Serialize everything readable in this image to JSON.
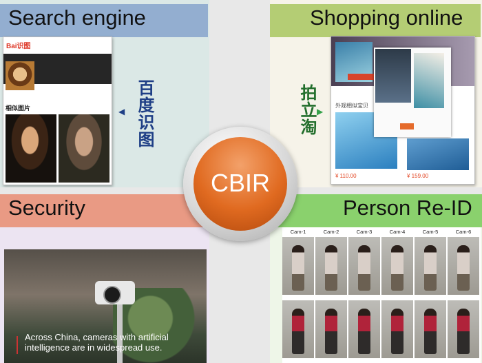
{
  "center": {
    "label": "CBIR"
  },
  "search": {
    "title": "Search engine",
    "logo": "Bai识图",
    "similar_label": "相似图片",
    "side_label": "百度识图"
  },
  "shopping": {
    "title": "Shopping online",
    "side_label": "拍立淘",
    "similar_label": "外观相似宝贝",
    "price1": "¥ 110.00",
    "price2": "¥ 159.00"
  },
  "security": {
    "title": "Security",
    "caption": "Across China, cameras with artificial intelligence are in widespread use."
  },
  "reid": {
    "title": "Person Re-ID",
    "cameras": [
      "Cam-1",
      "Cam-2",
      "Cam-3",
      "Cam-4",
      "Cam-5",
      "Cam-6"
    ]
  }
}
